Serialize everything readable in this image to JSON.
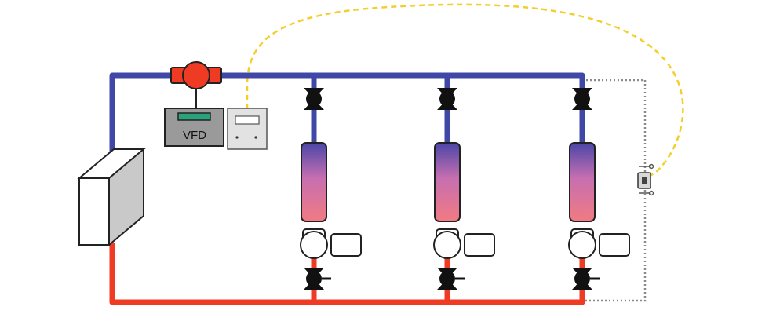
{
  "labels": {
    "vfd": "VFD"
  },
  "colors": {
    "supply": "#3f48a6",
    "return": "#ef3a24",
    "control_signal": "#f2cf2b",
    "sensing_line": "#8a8a8a",
    "pump": "#ef3a24",
    "vfd_display": "#2aa37c",
    "vfd_body": "#9a9a9a",
    "controller_body": "#e2e2e2",
    "chiller_front": "#ffffff",
    "chiller_side": "#c9c9c9",
    "coil_top": "#4b46a8",
    "coil_bottom": "#f27a82",
    "valve": "#111111"
  },
  "icons": {
    "main_pump": "centrifugal-pump-icon",
    "isolation_valve": "butterfly-valve-icon",
    "control_valve": "control-valve-icon",
    "dp_sensor": "differential-pressure-sensor-icon",
    "chiller": "chiller-box-icon",
    "coil": "cooling-coil-icon"
  },
  "loads": [
    {
      "id": "load-1"
    },
    {
      "id": "load-2"
    },
    {
      "id": "load-3"
    }
  ]
}
